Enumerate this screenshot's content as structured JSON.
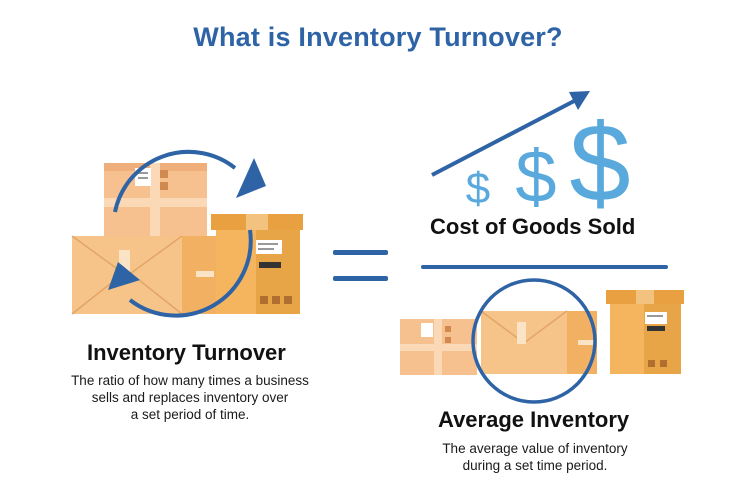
{
  "title": "What is Inventory Turnover?",
  "left": {
    "heading": "Inventory Turnover",
    "description_lines": [
      "The ratio of how many times a business",
      "sells and replaces inventory over",
      "a set period of time."
    ]
  },
  "right": {
    "numerator_label": "Cost of Goods Sold",
    "denominator_heading": "Average Inventory",
    "description_lines": [
      "The average value of inventory",
      "during a set time period."
    ]
  },
  "dollar_signs": [
    "$",
    "$",
    "$"
  ],
  "colors": {
    "brand_blue": "#2e63a6",
    "dollar_light_blue": "#5aa9dc",
    "box_orange": "#f2b35d",
    "box_light": "#f6c08f",
    "box_dark": "#e4a044"
  },
  "icons": [
    "cycle-arrows-icon",
    "equals-icon",
    "growth-arrow-icon",
    "dollar-icon",
    "box-icon"
  ]
}
